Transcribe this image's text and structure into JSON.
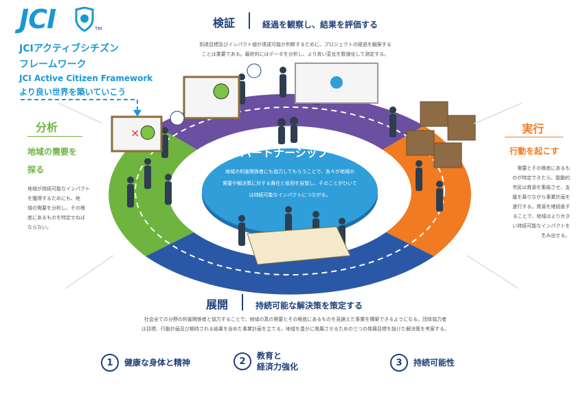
{
  "logo": {
    "wordmark": "JCI",
    "tm": "TM"
  },
  "brand": {
    "title_line1": "JCIアクティブシチズン",
    "title_line2": "フレームワーク",
    "title_en": "JCI Active Citizen Framework",
    "tagline": "より良い世界を築いていこう"
  },
  "verify": {
    "title": "検証",
    "subtitle": "経過を観察し、結果を評価する",
    "body_line1": "到達目標及びインパクト値が達成可能か判断するために、プロジェクトの経過を観察する",
    "body_line2": "ことは重要である。最終的にはデータを分析し、より良い変化を数値化して測定する。"
  },
  "analyze": {
    "title": "分析",
    "subtitle_line1": "地域の需要を",
    "subtitle_line2": "探る",
    "body": [
      "地域が持続可能なインパクト",
      "を獲得するためにも、地",
      "域の需要を分析し、その根",
      "底にあるものを特定せねば",
      "ならない。"
    ]
  },
  "execute": {
    "title": "実行",
    "subtitle": "行動を起こす",
    "body": [
      "需要とその根底にあるも",
      "のが特定できたら、能動的",
      "市民は資源を集結させ、支",
      "援を募りながら事業計画を",
      "遂行する。資源を継続善す",
      "ることで、地域はより大き",
      "い持続可能なインパクトを",
      "生み出せる。"
    ]
  },
  "partnership": {
    "title": "パートナーシップ",
    "body": [
      "地域の利害関係者にも協力してもらうことで、各々が地域の",
      "需要や解決策に対する責任と役割を自覚し、そのことがひいて",
      "は持続可能なインパクトにつながる。"
    ]
  },
  "deploy": {
    "title": "展開",
    "subtitle": "持続可能な解決策を策定する",
    "body_line1": "社会全ての分野の利害関係者と協力することで、地域の真の需要とその根底にあるものを見据えた事業を構築できるようになる。団体協力者",
    "body_line2": "は目標、行動計画及び期待される結果を含めた事業計画を立てる。地域を豊かに発展させるための三つの発展目標を設けた解決策を考案する。"
  },
  "goals": [
    {
      "num": "1",
      "label_line1": "健康な身体と精神",
      "label_line2": ""
    },
    {
      "num": "2",
      "label_line1": "教育と",
      "label_line2": "経済力強化"
    },
    {
      "num": "3",
      "label_line1": "持続可能性",
      "label_line2": ""
    }
  ],
  "colors": {
    "brand_blue": "#1a98d5",
    "navy": "#1f3f7a",
    "green": "#6eb43f",
    "purple": "#6b4fa0",
    "orange": "#f07b22",
    "blue_ring": "#2b58a6",
    "center": "#2f9ed9"
  },
  "icons": [
    "shield-logo-icon",
    "target-arrow-icon"
  ]
}
